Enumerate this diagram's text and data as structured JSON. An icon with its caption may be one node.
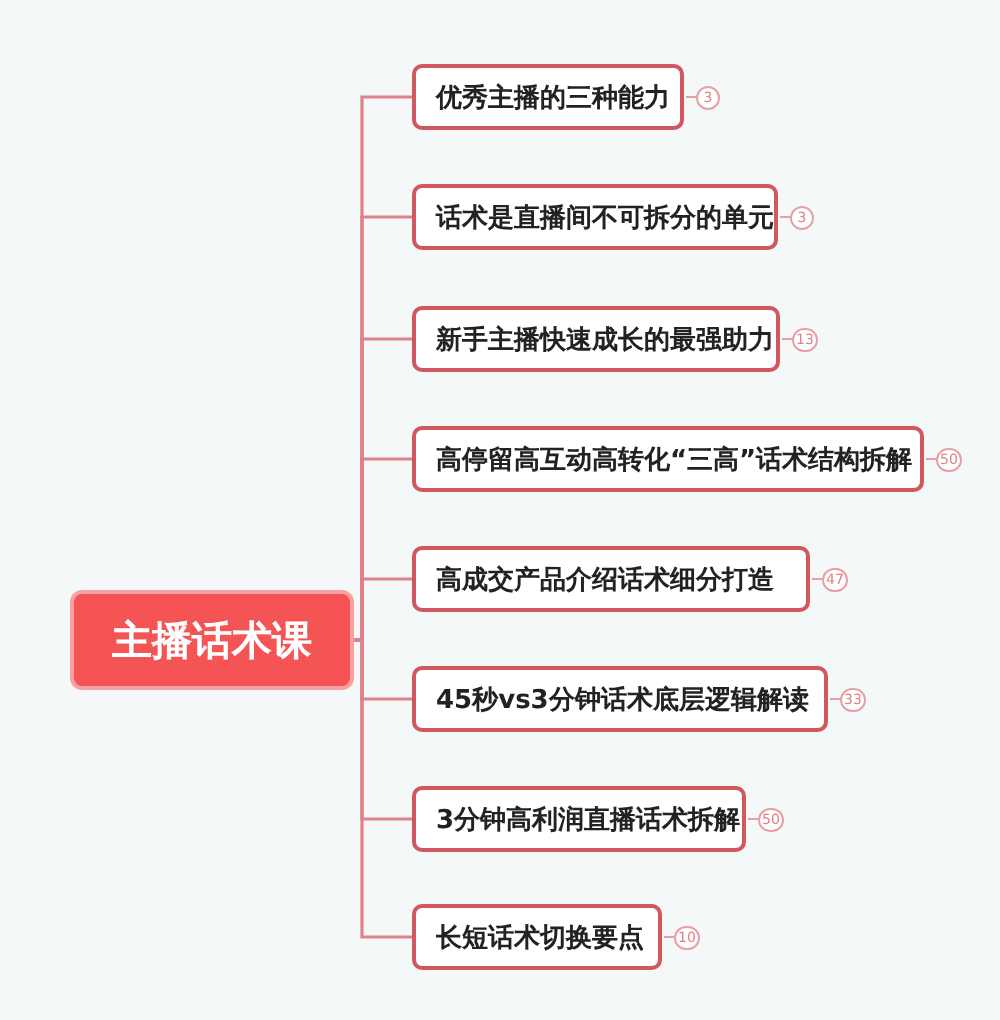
{
  "diagram": {
    "nodes": [
      {
        "text": [
          "主播话术课"
        ]
      },
      {
        "text": [
          "优秀主播的三种能力"
        ],
        "beside": [
          "3"
        ]
      },
      {
        "text": [
          "话术是直播间不可拆分的单元"
        ],
        "beside": [
          "3"
        ]
      },
      {
        "text": [
          "新手主播快速成长的最强助力"
        ],
        "beside": [
          "13"
        ]
      },
      {
        "text": [
          "高停留高互动高转化“三高”话术结构拆解"
        ],
        "beside": [
          "50"
        ]
      },
      {
        "text": [
          "高成交产品介绍话术细分打造"
        ],
        "beside": [
          "47"
        ]
      },
      {
        "text": [
          "45秒vs3分钟话术底层逻辑解读"
        ],
        "beside": [
          "33"
        ]
      },
      {
        "text": [
          "3分钟高利润直播话术拆解"
        ],
        "beside": [
          "50"
        ]
      },
      {
        "text": [
          "长短话术切换要点"
        ],
        "beside": [
          "10"
        ]
      }
    ],
    "edges": [
      {
        "from": 0,
        "to": 1,
        "arrow": "none"
      },
      {
        "from": 0,
        "to": 2,
        "arrow": "none"
      },
      {
        "from": 0,
        "to": 3,
        "arrow": "none"
      },
      {
        "from": 0,
        "to": 4,
        "arrow": "none"
      },
      {
        "from": 0,
        "to": 5,
        "arrow": "none"
      },
      {
        "from": 0,
        "to": 6,
        "arrow": "none"
      },
      {
        "from": 0,
        "to": 7,
        "arrow": "none"
      },
      {
        "from": 0,
        "to": 8,
        "arrow": "none"
      }
    ]
  }
}
